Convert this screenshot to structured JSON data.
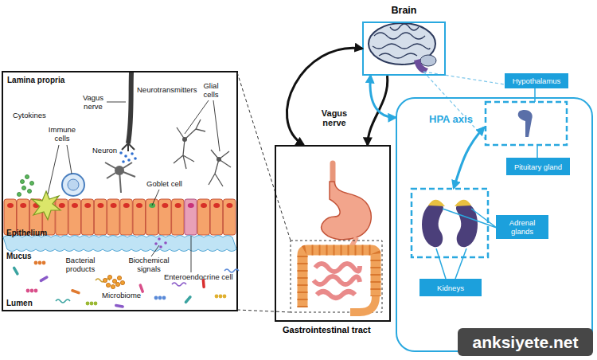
{
  "diagram": {
    "nodes": [
      {
        "text": [
          "Brain"
        ]
      },
      {
        "text": [
          "Hypothalamus"
        ]
      },
      {
        "text": [
          "HPA axis"
        ]
      },
      {
        "text": [
          "Pituitary gland"
        ],
        "in": 2
      },
      {
        "text": [
          "Adrenal glands"
        ],
        "in": 2
      },
      {
        "text": [
          "Kidneys"
        ],
        "in": 2
      },
      {
        "text": [
          "Gastrointestinal tract"
        ]
      }
    ],
    "edges": [
      {
        "from": 0,
        "to": 6,
        "arrow": "both",
        "label": "Vagus nerve"
      },
      {
        "from": 0,
        "to": 6,
        "arrow": "to"
      },
      {
        "from": 0,
        "to": 2,
        "arrow": "both"
      }
    ],
    "labels": [
      "Lamina propria",
      "Cytokines",
      "Immune cells",
      "Vagus nerve",
      "Neurotransmitters",
      "Glial cells",
      "Neuron",
      "Goblet cell",
      "Epithelium",
      "Mucus",
      "Bacterial products",
      "Biochemical signals",
      "Enteroendocrine cell",
      "Microbiome",
      "Lumen",
      "anksiyete.net"
    ]
  }
}
